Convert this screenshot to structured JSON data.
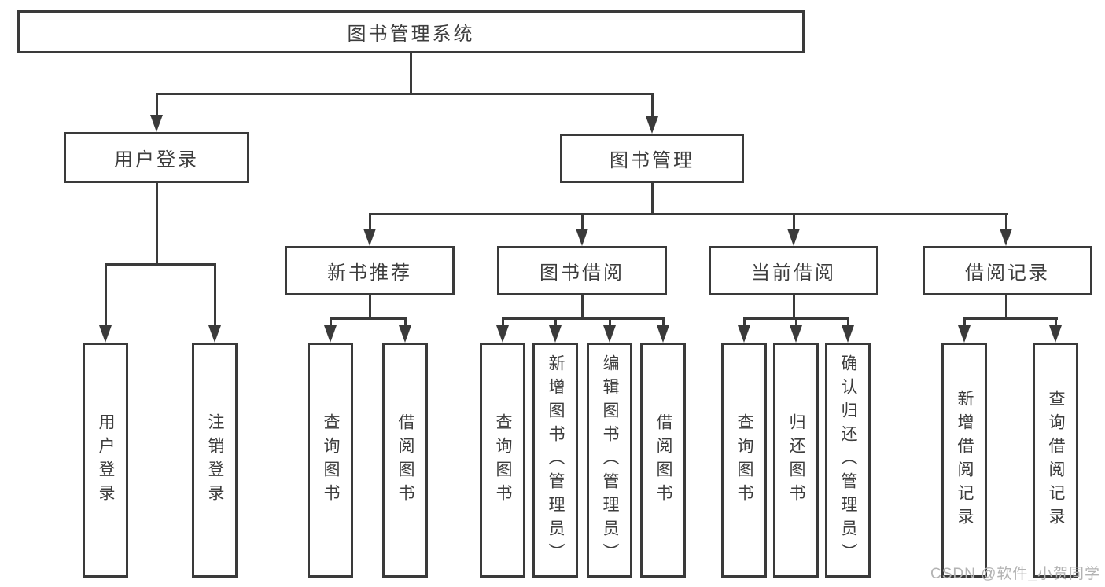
{
  "diagram": {
    "title": "图书管理系统",
    "level2": [
      "用户登录",
      "图书管理"
    ],
    "level3": [
      "新书推荐",
      "图书借阅",
      "当前借阅",
      "借阅记录"
    ],
    "leaves": {
      "user_login": [
        "用户登录",
        "注销登录"
      ],
      "new_book_recommend": [
        "查询图书",
        "借阅图书"
      ],
      "book_borrow": [
        "查询图书",
        "新增图书（管理员）",
        "编辑图书（管理员）",
        "借阅图书"
      ],
      "current_borrow": [
        "查询图书",
        "归还图书",
        "确认归还（管理员）"
      ],
      "borrow_record": [
        "新增借阅记录",
        "查询借阅记录"
      ]
    },
    "watermark": "CSDN @软件_小贺同学",
    "colors": {
      "line": "#3a3a3a",
      "text": "#3d3d3d",
      "watermark": "#b3b3b3",
      "background": "#ffffff"
    }
  }
}
